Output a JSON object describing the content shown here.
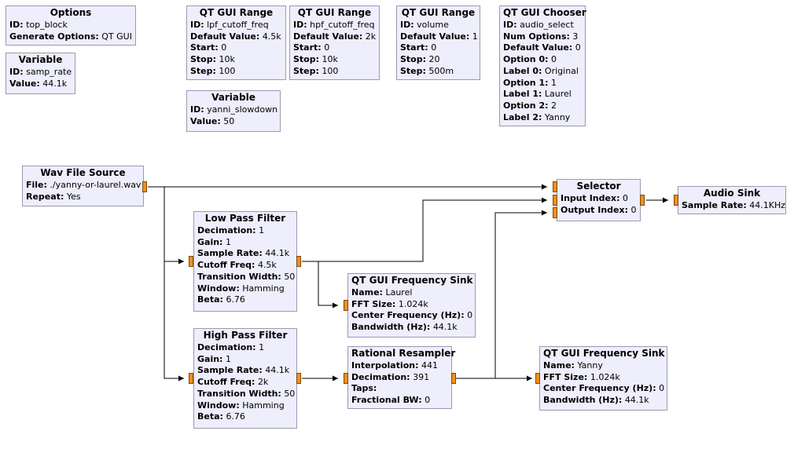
{
  "blocks": {
    "options": {
      "title": "Options",
      "params": [
        {
          "k": "ID:",
          "v": "top_block"
        },
        {
          "k": "Generate Options:",
          "v": "QT GUI"
        }
      ]
    },
    "var_samp_rate": {
      "title": "Variable",
      "params": [
        {
          "k": "ID:",
          "v": "samp_rate"
        },
        {
          "k": "Value:",
          "v": "44.1k"
        }
      ]
    },
    "range_lpf": {
      "title": "QT GUI Range",
      "params": [
        {
          "k": "ID:",
          "v": "lpf_cutoff_freq"
        },
        {
          "k": "Default Value:",
          "v": "4.5k"
        },
        {
          "k": "Start:",
          "v": "0"
        },
        {
          "k": "Stop:",
          "v": "10k"
        },
        {
          "k": "Step:",
          "v": "100"
        }
      ]
    },
    "range_hpf": {
      "title": "QT GUI Range",
      "params": [
        {
          "k": "ID:",
          "v": "hpf_cutoff_freq"
        },
        {
          "k": "Default Value:",
          "v": "2k"
        },
        {
          "k": "Start:",
          "v": "0"
        },
        {
          "k": "Stop:",
          "v": "10k"
        },
        {
          "k": "Step:",
          "v": "100"
        }
      ]
    },
    "range_volume": {
      "title": "QT GUI Range",
      "params": [
        {
          "k": "ID:",
          "v": "volume"
        },
        {
          "k": "Default Value:",
          "v": "1"
        },
        {
          "k": "Start:",
          "v": "0"
        },
        {
          "k": "Stop:",
          "v": "20"
        },
        {
          "k": "Step:",
          "v": "500m"
        }
      ]
    },
    "chooser": {
      "title": "QT GUI Chooser",
      "params": [
        {
          "k": "ID:",
          "v": "audio_select"
        },
        {
          "k": "Num Options:",
          "v": "3"
        },
        {
          "k": "Default Value:",
          "v": "0"
        },
        {
          "k": "Option 0:",
          "v": "0"
        },
        {
          "k": "Label 0:",
          "v": "Original"
        },
        {
          "k": "Option 1:",
          "v": "1"
        },
        {
          "k": "Label 1:",
          "v": "Laurel"
        },
        {
          "k": "Option 2:",
          "v": "2"
        },
        {
          "k": "Label 2:",
          "v": "Yanny"
        }
      ]
    },
    "var_yanni": {
      "title": "Variable",
      "params": [
        {
          "k": "ID:",
          "v": "yanni_slowdown"
        },
        {
          "k": "Value:",
          "v": "50"
        }
      ]
    },
    "wav_source": {
      "title": "Wav File Source",
      "params": [
        {
          "k": "File:",
          "v": "./yanny-or-laurel.wav"
        },
        {
          "k": "Repeat:",
          "v": "Yes"
        }
      ]
    },
    "lpf": {
      "title": "Low Pass Filter",
      "params": [
        {
          "k": "Decimation:",
          "v": "1"
        },
        {
          "k": "Gain:",
          "v": "1"
        },
        {
          "k": "Sample Rate:",
          "v": "44.1k"
        },
        {
          "k": "Cutoff Freq:",
          "v": "4.5k"
        },
        {
          "k": "Transition Width:",
          "v": "50"
        },
        {
          "k": "Window:",
          "v": "Hamming"
        },
        {
          "k": "Beta:",
          "v": "6.76"
        }
      ]
    },
    "hpf": {
      "title": "High Pass Filter",
      "params": [
        {
          "k": "Decimation:",
          "v": "1"
        },
        {
          "k": "Gain:",
          "v": "1"
        },
        {
          "k": "Sample Rate:",
          "v": "44.1k"
        },
        {
          "k": "Cutoff Freq:",
          "v": "2k"
        },
        {
          "k": "Transition Width:",
          "v": "50"
        },
        {
          "k": "Window:",
          "v": "Hamming"
        },
        {
          "k": "Beta:",
          "v": "6.76"
        }
      ]
    },
    "selector": {
      "title": "Selector",
      "params": [
        {
          "k": "Input Index:",
          "v": "0"
        },
        {
          "k": "Output Index:",
          "v": "0"
        }
      ]
    },
    "audio_sink": {
      "title": "Audio Sink",
      "params": [
        {
          "k": "Sample Rate:",
          "v": "44.1KHz"
        }
      ]
    },
    "freq_sink_laurel": {
      "title": "QT GUI Frequency Sink",
      "params": [
        {
          "k": "Name:",
          "v": "Laurel"
        },
        {
          "k": "FFT Size:",
          "v": "1.024k"
        },
        {
          "k": "Center Frequency (Hz):",
          "v": "0"
        },
        {
          "k": "Bandwidth (Hz):",
          "v": "44.1k"
        }
      ]
    },
    "resampler": {
      "title": "Rational Resampler",
      "params": [
        {
          "k": "Interpolation:",
          "v": "441"
        },
        {
          "k": "Decimation:",
          "v": "391"
        },
        {
          "k": "Taps:",
          "v": ""
        },
        {
          "k": "Fractional BW:",
          "v": "0"
        }
      ]
    },
    "freq_sink_yanny": {
      "title": "QT GUI Frequency Sink",
      "params": [
        {
          "k": "Name:",
          "v": "Yanny"
        },
        {
          "k": "FFT Size:",
          "v": "1.024k"
        },
        {
          "k": "Center Frequency (Hz):",
          "v": "0"
        },
        {
          "k": "Bandwidth (Hz):",
          "v": "44.1k"
        }
      ]
    }
  },
  "colors": {
    "block_fill": "#eeeefc",
    "block_border": "#9a9ab0",
    "port": "#f38f1a",
    "wire": "#000000"
  }
}
